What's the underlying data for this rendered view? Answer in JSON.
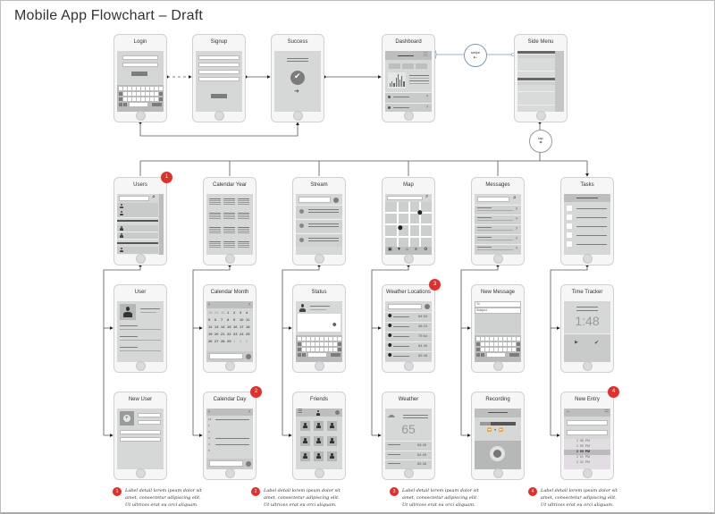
{
  "title": "Mobile App Flowchart  – Draft",
  "connectors": {
    "swipe_label": "swipe",
    "swipe_icon": "⇠",
    "tap_label": "tap",
    "tap_icon": "⌗"
  },
  "screens": {
    "login": {
      "title": "Login"
    },
    "signup": {
      "title": "Signup"
    },
    "success": {
      "title": "Success"
    },
    "dashboard": {
      "title": "Dashboard"
    },
    "sidemenu": {
      "title": "Side Menu"
    },
    "users": {
      "title": "Users",
      "badge": "1"
    },
    "calyear": {
      "title": "Calendar Year"
    },
    "stream": {
      "title": "Stream"
    },
    "map": {
      "title": "Map"
    },
    "messages": {
      "title": "Messages"
    },
    "tasks": {
      "title": "Tasks"
    },
    "user": {
      "title": "User"
    },
    "calmonth": {
      "title": "Calendar Month",
      "days": [
        "28",
        "29",
        "30",
        "1",
        "2",
        "3",
        "4",
        "5",
        "6",
        "7",
        "8",
        "9",
        "10",
        "11",
        "12",
        "13",
        "14",
        "15",
        "16",
        "17",
        "18",
        "19",
        "20",
        "21",
        "22",
        "23",
        "24",
        "25",
        "26",
        "27",
        "28",
        "29",
        "1",
        "2",
        "3"
      ]
    },
    "status": {
      "title": "Status"
    },
    "weatherloc": {
      "title": "Weather Locations",
      "badge": "3",
      "temps": [
        "64 54",
        "38 23",
        "75 64",
        "64 49",
        "65 48"
      ]
    },
    "newmessage": {
      "title": "New Message",
      "to": "To",
      "subject": "Subject"
    },
    "timetracker": {
      "title": "Time Tracker",
      "time": "1:48"
    },
    "newuser": {
      "title": "New User"
    },
    "calday": {
      "title": "Calendar Day",
      "badge": "2",
      "hours": [
        "12",
        "1",
        "2",
        "3",
        "4",
        "5"
      ]
    },
    "friends": {
      "title": "Friends"
    },
    "weather": {
      "title": "Weather",
      "temp": "65",
      "temps": [
        "68 45",
        "64 49",
        "65 48"
      ]
    },
    "recording": {
      "title": "Recording"
    },
    "newentry": {
      "title": "New Entry",
      "badge": "4",
      "picker": [
        "1  58  PM",
        "1  59  PM",
        "2  00  PM",
        "2  01  PM",
        "2  02  PM"
      ]
    }
  },
  "notes": [
    {
      "num": "1",
      "text": [
        "Label detail lorem ipsum dolor sit",
        "amet, consectetur adipiscing elit.",
        "Ut ultrices erat eu orci aliquam."
      ]
    },
    {
      "num": "2",
      "text": [
        "Label detail lorem ipsum dolor sit",
        "amet, consectetur adipiscing elit.",
        "Ut ultrices erat eu orci aliquam."
      ]
    },
    {
      "num": "3",
      "text": [
        "Label detail lorem ipsum dolor sit",
        "amet, consectetur adipiscing elit.",
        "Ut ultrices erat eu orci aliquam."
      ]
    },
    {
      "num": "4",
      "text": [
        "Label detail lorem ipsum dolor sit",
        "amet, consectetur adipiscing elit.",
        "Ut ultrices erat eu orci aliquam."
      ]
    }
  ]
}
